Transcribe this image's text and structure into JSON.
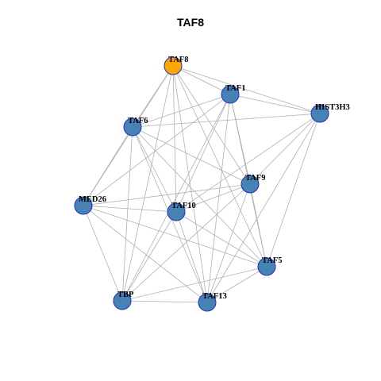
{
  "title": "TAF8",
  "colors": {
    "node": "#4682b4",
    "node_highlight": "#ffa500",
    "node_border": "#1f2fbf",
    "edge": "#b0b0b0"
  },
  "nodes": [
    {
      "id": "TAF8",
      "label": "TAF8",
      "highlight": true
    },
    {
      "id": "TAF1",
      "label": "TAF1",
      "highlight": false
    },
    {
      "id": "HIST3H3",
      "label": "HIST3H3",
      "highlight": false
    },
    {
      "id": "TAF6",
      "label": "TAF6",
      "highlight": false
    },
    {
      "id": "TAF9",
      "label": "TAF9",
      "highlight": false
    },
    {
      "id": "MED26",
      "label": "MED26",
      "highlight": false
    },
    {
      "id": "TAF10",
      "label": "TAF10",
      "highlight": false
    },
    {
      "id": "TAF5",
      "label": "TAF5",
      "highlight": false
    },
    {
      "id": "TBP",
      "label": "TBP",
      "highlight": false
    },
    {
      "id": "TAF13",
      "label": "TAF13",
      "highlight": false
    }
  ],
  "edges": [
    [
      "TAF8",
      "TAF1"
    ],
    [
      "TAF8",
      "HIST3H3"
    ],
    [
      "TAF8",
      "TAF6"
    ],
    [
      "TAF8",
      "TAF9"
    ],
    [
      "TAF8",
      "MED26"
    ],
    [
      "TAF8",
      "TAF10"
    ],
    [
      "TAF8",
      "TAF5"
    ],
    [
      "TAF8",
      "TBP"
    ],
    [
      "TAF8",
      "TAF13"
    ],
    [
      "TAF1",
      "HIST3H3"
    ],
    [
      "TAF1",
      "TAF6"
    ],
    [
      "TAF1",
      "TAF9"
    ],
    [
      "TAF1",
      "MED26"
    ],
    [
      "TAF1",
      "TAF10"
    ],
    [
      "TAF1",
      "TAF5"
    ],
    [
      "TAF1",
      "TBP"
    ],
    [
      "TAF1",
      "TAF13"
    ],
    [
      "HIST3H3",
      "TAF6"
    ],
    [
      "HIST3H3",
      "TAF9"
    ],
    [
      "HIST3H3",
      "TAF10"
    ],
    [
      "HIST3H3",
      "TAF5"
    ],
    [
      "HIST3H3",
      "TAF13"
    ],
    [
      "TAF6",
      "TAF9"
    ],
    [
      "TAF6",
      "MED26"
    ],
    [
      "TAF6",
      "TAF10"
    ],
    [
      "TAF6",
      "TAF5"
    ],
    [
      "TAF6",
      "TBP"
    ],
    [
      "TAF6",
      "TAF13"
    ],
    [
      "TAF9",
      "MED26"
    ],
    [
      "TAF9",
      "TAF10"
    ],
    [
      "TAF9",
      "TAF5"
    ],
    [
      "TAF9",
      "TBP"
    ],
    [
      "TAF9",
      "TAF13"
    ],
    [
      "MED26",
      "TAF10"
    ],
    [
      "MED26",
      "TAF5"
    ],
    [
      "MED26",
      "TBP"
    ],
    [
      "MED26",
      "TAF13"
    ],
    [
      "TAF10",
      "TAF5"
    ],
    [
      "TAF10",
      "TBP"
    ],
    [
      "TAF10",
      "TAF13"
    ],
    [
      "TAF5",
      "TBP"
    ],
    [
      "TAF5",
      "TAF13"
    ],
    [
      "TBP",
      "TAF13"
    ]
  ]
}
